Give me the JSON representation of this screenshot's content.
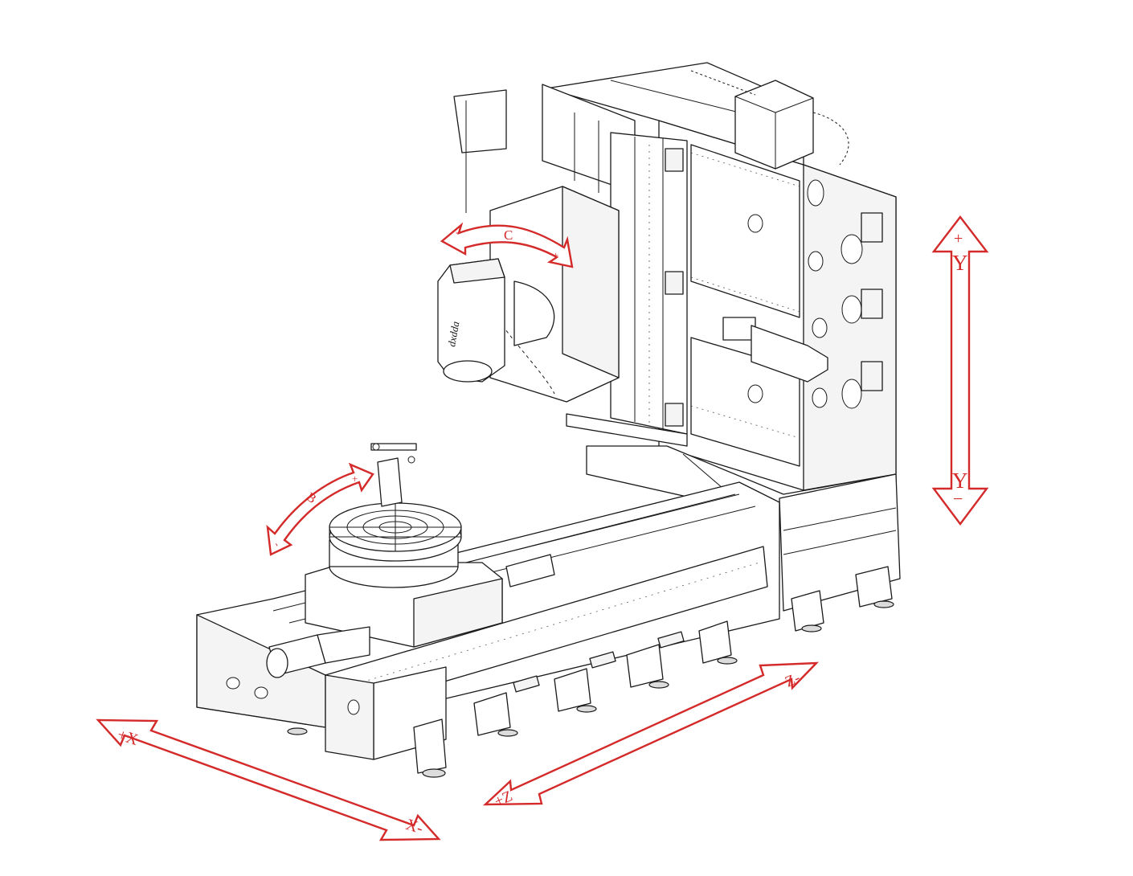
{
  "colors": {
    "axis_arrow": "#d42a2a",
    "line_art": "#1a1a1a",
    "background": "#ffffff"
  },
  "machine": {
    "spindle_badge": "dxdda"
  },
  "axes": {
    "C": {
      "name": "C",
      "plus": "+",
      "minus": "-"
    },
    "B": {
      "name": "B",
      "plus": "+",
      "minus": "-"
    },
    "Y": {
      "plus_label": "+",
      "plus_name": "Y",
      "minus_name": "Y",
      "minus_label": "−"
    },
    "X": {
      "plus_label": "+X",
      "minus_label": "X-"
    },
    "Z": {
      "plus_label": "+Z",
      "minus_label": "Z-"
    }
  }
}
